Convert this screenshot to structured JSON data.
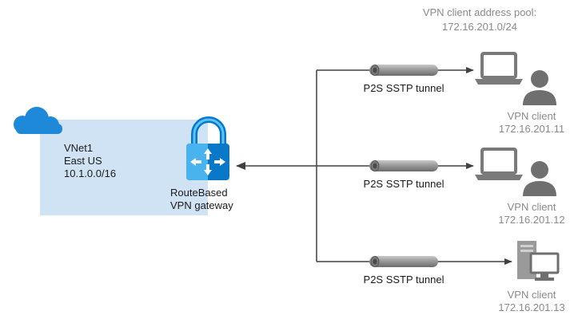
{
  "pool": {
    "label": "VPN client address pool:",
    "value": "172.16.201.0/24"
  },
  "vnet": {
    "name": "VNet1",
    "region": "East US",
    "address_space": "10.1.0.0/16",
    "icon": "cloud-icon"
  },
  "gateway": {
    "type": "RouteBased",
    "name": "VPN gateway",
    "icon": "lock-icon"
  },
  "tunnels": [
    {
      "label": "P2S SSTP tunnel"
    },
    {
      "label": "P2S SSTP tunnel"
    },
    {
      "label": "P2S SSTP tunnel"
    }
  ],
  "clients": [
    {
      "label": "VPN client",
      "ip": "172.16.201.11",
      "device": "laptop-icon"
    },
    {
      "label": "VPN client",
      "ip": "172.16.201.12",
      "device": "laptop-icon"
    },
    {
      "label": "VPN client",
      "ip": "172.16.201.13",
      "device": "desktop-computer-icon"
    }
  ],
  "colors": {
    "vnet_fill": "#cfe3f4",
    "azure_blue": "#1e88d9",
    "line": "#404040",
    "person": "#6f6f6f",
    "tunnel_grey": "#8c8c8c"
  }
}
